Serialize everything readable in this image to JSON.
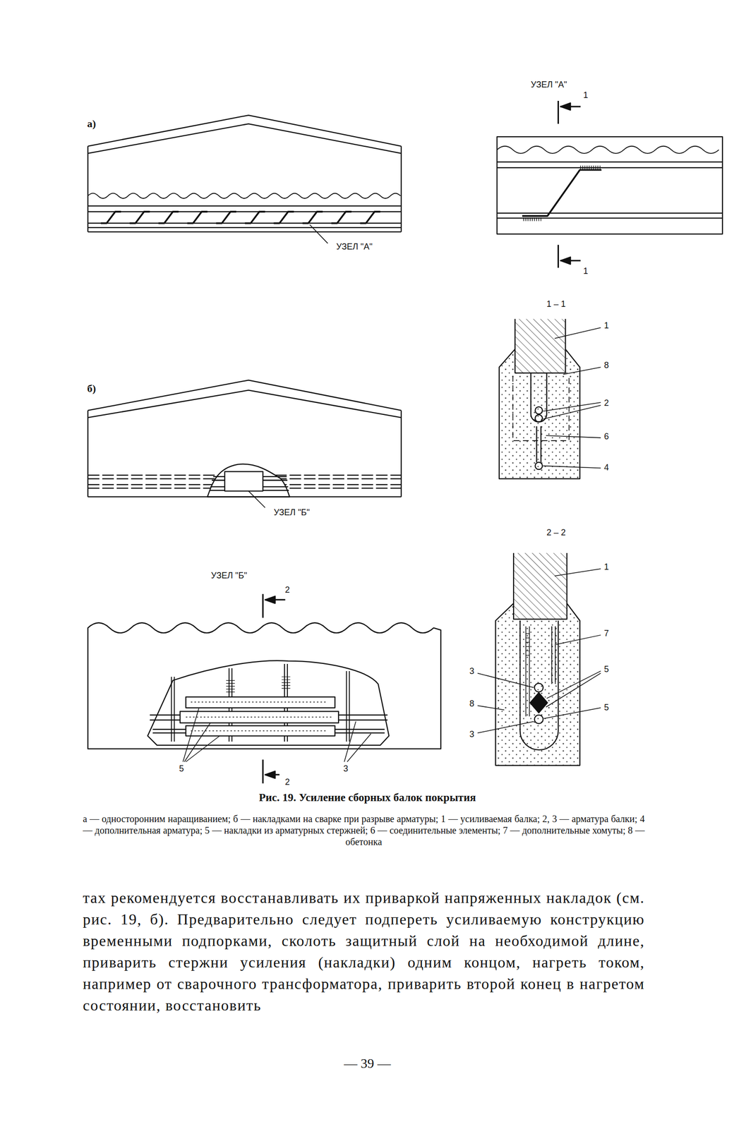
{
  "diagram": {
    "caption": "Рис. 19. Усиление сборных балок покрытия",
    "labels": [
      "а)",
      "УЗЕЛ \"А\"",
      "УЗЕЛ \"А\"",
      "1",
      "1",
      "1 – 1",
      "1",
      "8",
      "2",
      "6",
      "4",
      "б)",
      "УЗЕЛ \"Б\"",
      "2 – 2",
      "1",
      "7",
      "3",
      "5",
      "8",
      "5",
      "3",
      "УЗЕЛ \"Б\"",
      "2",
      "2",
      "5",
      "3",
      "а — односторонним наращиванием; б — накладками на сварке при разрыве арматуры; 1 — усиливаемая балка; 2, 3 — арматура балки; 4 — дополнительная арматура; 5 — накладки из арматурных стержней; 6 — соединительные элементы; 7 — дополнительные хомуты; 8 — обетонка",
      "тах рекомендуется восстанавливать их приваркой напряженных накладок (см. рис. 19, б). Предварительно следует подпереть усиливаемую конструкцию временными подпорками, сколоть защитный слой на необходимой длине, приварить стержни усиления (накладки) одним концом, нагреть током, например от сварочного трансформатора, приварить второй конец в нагретом состоянии, восстановить",
      "— 39 —"
    ]
  }
}
